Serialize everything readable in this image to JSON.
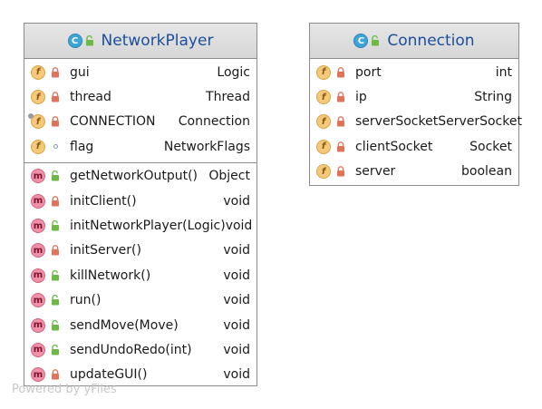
{
  "network_player": {
    "name": "NetworkPlayer",
    "fields": [
      {
        "name": "gui",
        "type": "Logic",
        "visibility": "private"
      },
      {
        "name": "thread",
        "type": "Thread",
        "visibility": "private"
      },
      {
        "name": "CONNECTION",
        "type": "Connection",
        "visibility": "private",
        "static": true
      },
      {
        "name": "flag",
        "type": "NetworkFlags",
        "visibility": "package"
      }
    ],
    "methods": [
      {
        "name": "getNetworkOutput()",
        "type": "Object",
        "visibility": "public"
      },
      {
        "name": "initClient()",
        "type": "void",
        "visibility": "private"
      },
      {
        "name": "initNetworkPlayer(Logic)",
        "type": "void",
        "visibility": "public"
      },
      {
        "name": "initServer()",
        "type": "void",
        "visibility": "private"
      },
      {
        "name": "killNetwork()",
        "type": "void",
        "visibility": "public"
      },
      {
        "name": "run()",
        "type": "void",
        "visibility": "public"
      },
      {
        "name": "sendMove(Move)",
        "type": "void",
        "visibility": "public"
      },
      {
        "name": "sendUndoRedo(int)",
        "type": "void",
        "visibility": "public"
      },
      {
        "name": "updateGUI()",
        "type": "void",
        "visibility": "private"
      }
    ]
  },
  "connection": {
    "name": "Connection",
    "fields": [
      {
        "name": "port",
        "type": "int",
        "visibility": "private"
      },
      {
        "name": "ip",
        "type": "String",
        "visibility": "private"
      },
      {
        "name": "serverSocket",
        "type": "ServerSocket",
        "visibility": "private"
      },
      {
        "name": "clientSocket",
        "type": "Socket",
        "visibility": "private"
      },
      {
        "name": "server",
        "type": "boolean",
        "visibility": "private"
      }
    ]
  },
  "icons": {
    "class": "C",
    "field": "f",
    "method": "m"
  },
  "colors": {
    "class_name": "#1c4e9c",
    "private_lock": "#e0735a",
    "public_lock": "#6cba45",
    "header_bg": "#dcdcdc"
  },
  "watermark": "Powered by yFiles"
}
